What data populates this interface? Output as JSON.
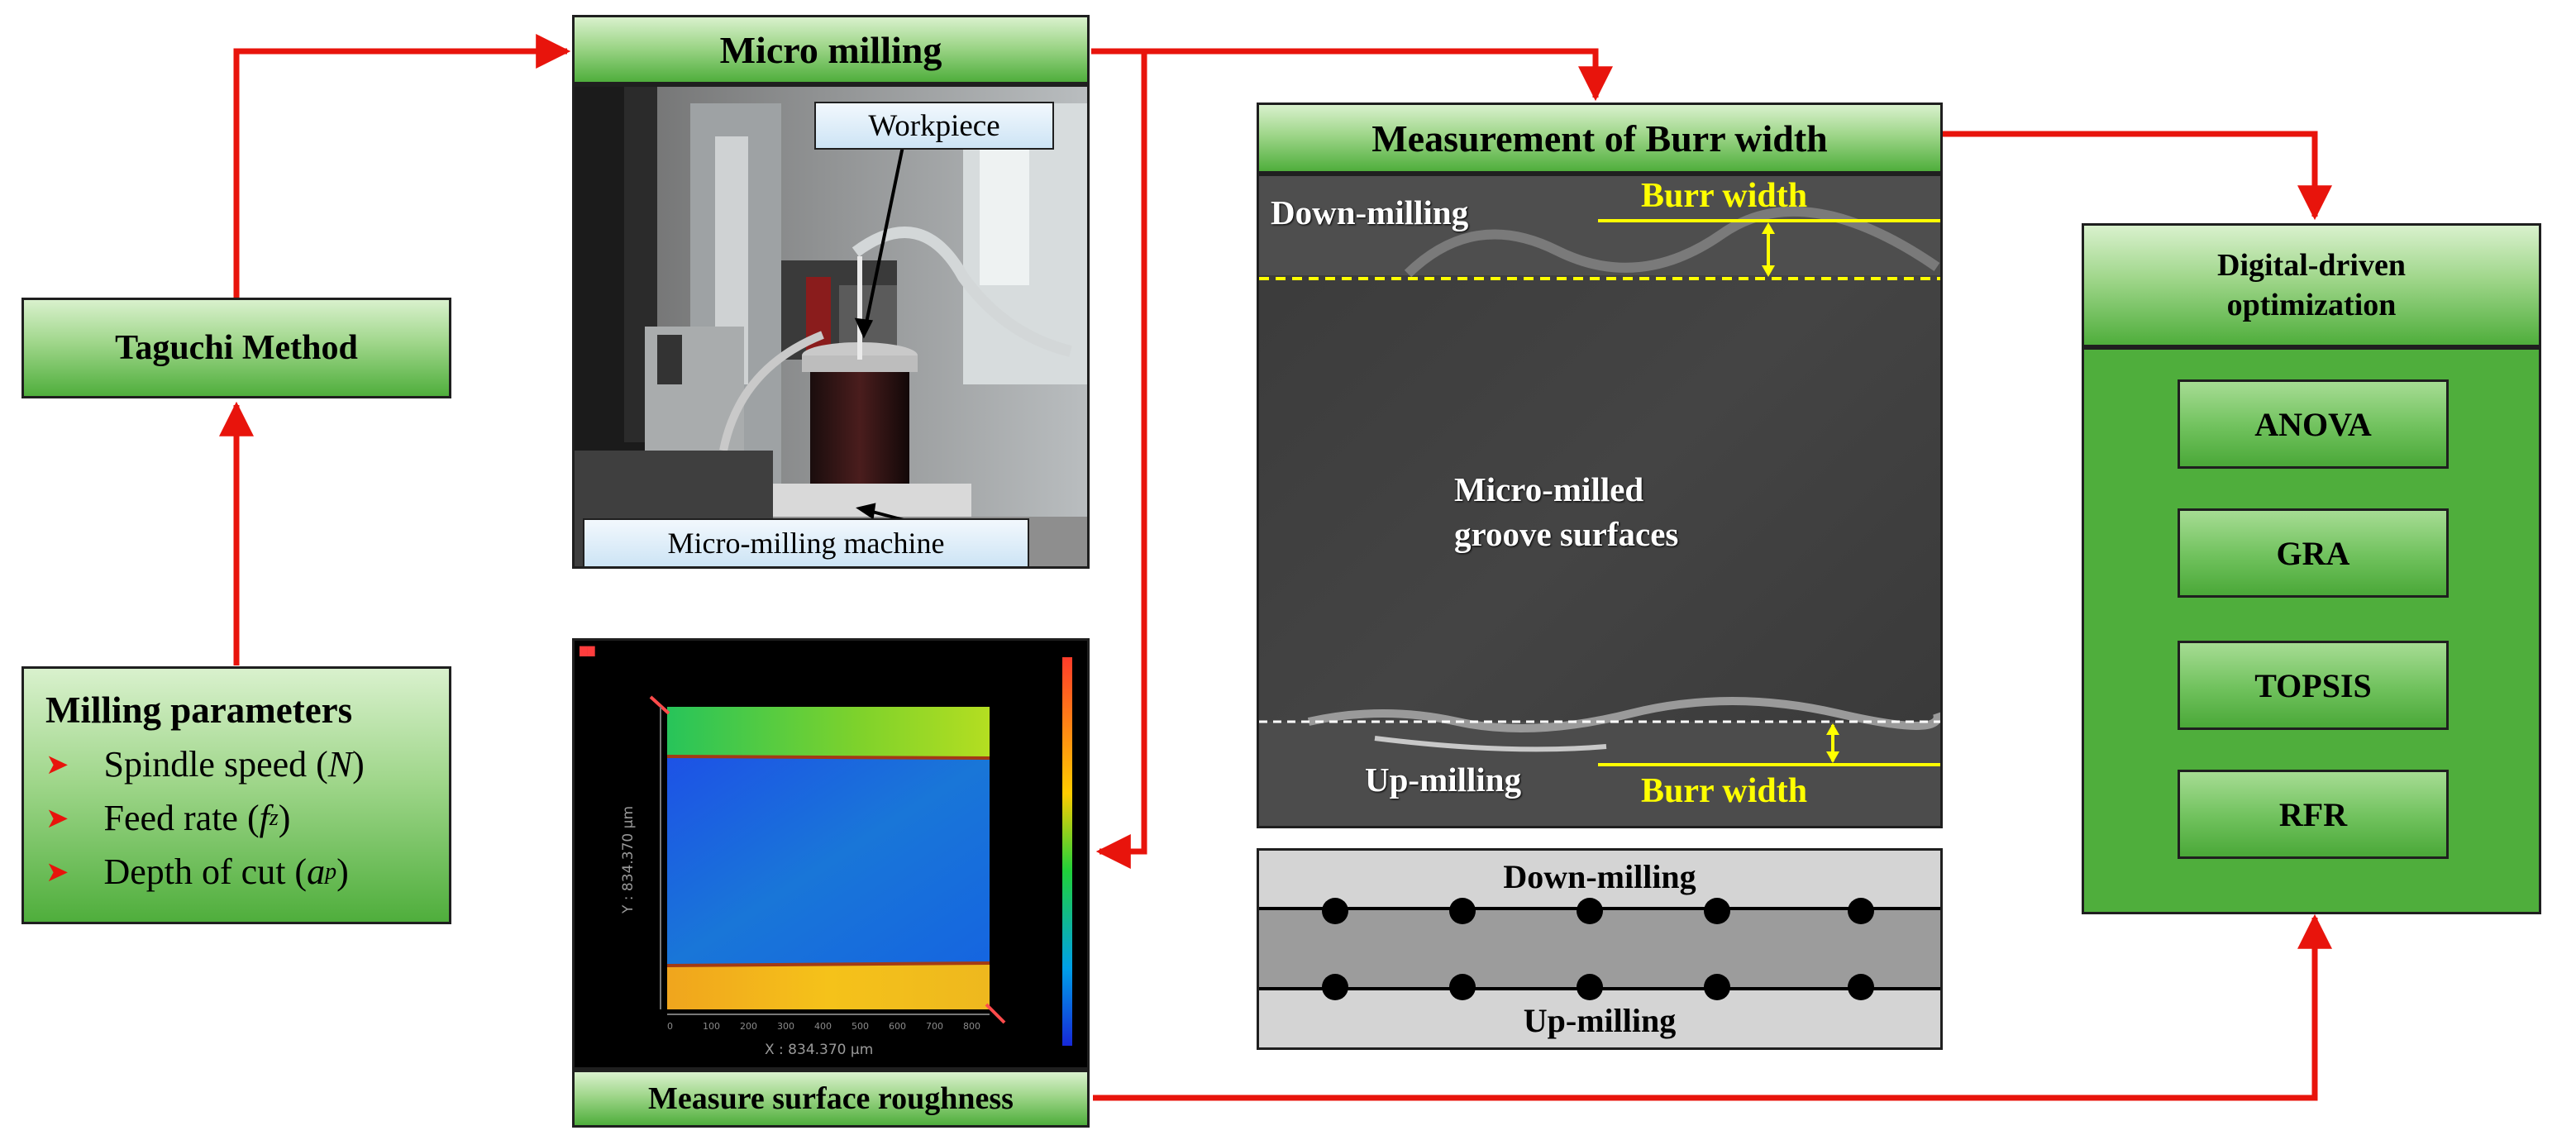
{
  "title_micro_milling": "Micro milling",
  "taguchi": "Taguchi Method",
  "params": {
    "title": "Milling parameters",
    "items": [
      {
        "text": "Spindle speed (",
        "sym": "N",
        "sub": "",
        "close": ")"
      },
      {
        "text": "Feed rate (",
        "sym": "f",
        "sub": "z",
        "close": ")"
      },
      {
        "text": "Depth of cut (",
        "sym": "a",
        "sub": "p",
        "close": ")"
      }
    ]
  },
  "photo": {
    "workpiece": "Workpiece",
    "machine": "Micro-milling machine"
  },
  "roughness_label": "Measure surface roughness",
  "roughness_axis": {
    "x_label": "X : 834.370 µm",
    "y_label": "Y : 834.370 µm"
  },
  "burr": {
    "title": "Measurement of Burr width",
    "down": "Down-milling",
    "up": "Up-milling",
    "burr_width_top": "Burr width",
    "burr_width_bottom": "Burr width",
    "center_line1": "Micro-milled",
    "center_line2": "groove surfaces"
  },
  "schematic": {
    "down": "Down-milling",
    "up": "Up-milling"
  },
  "optimization": {
    "title_line1": "Digital-driven",
    "title_line2": "optimization",
    "methods": [
      "ANOVA",
      "GRA",
      "TOPSIS",
      "RFR"
    ]
  },
  "colors": {
    "arrow": "#e8140c",
    "green": "#4fae3c",
    "yellow": "#ffff00"
  }
}
